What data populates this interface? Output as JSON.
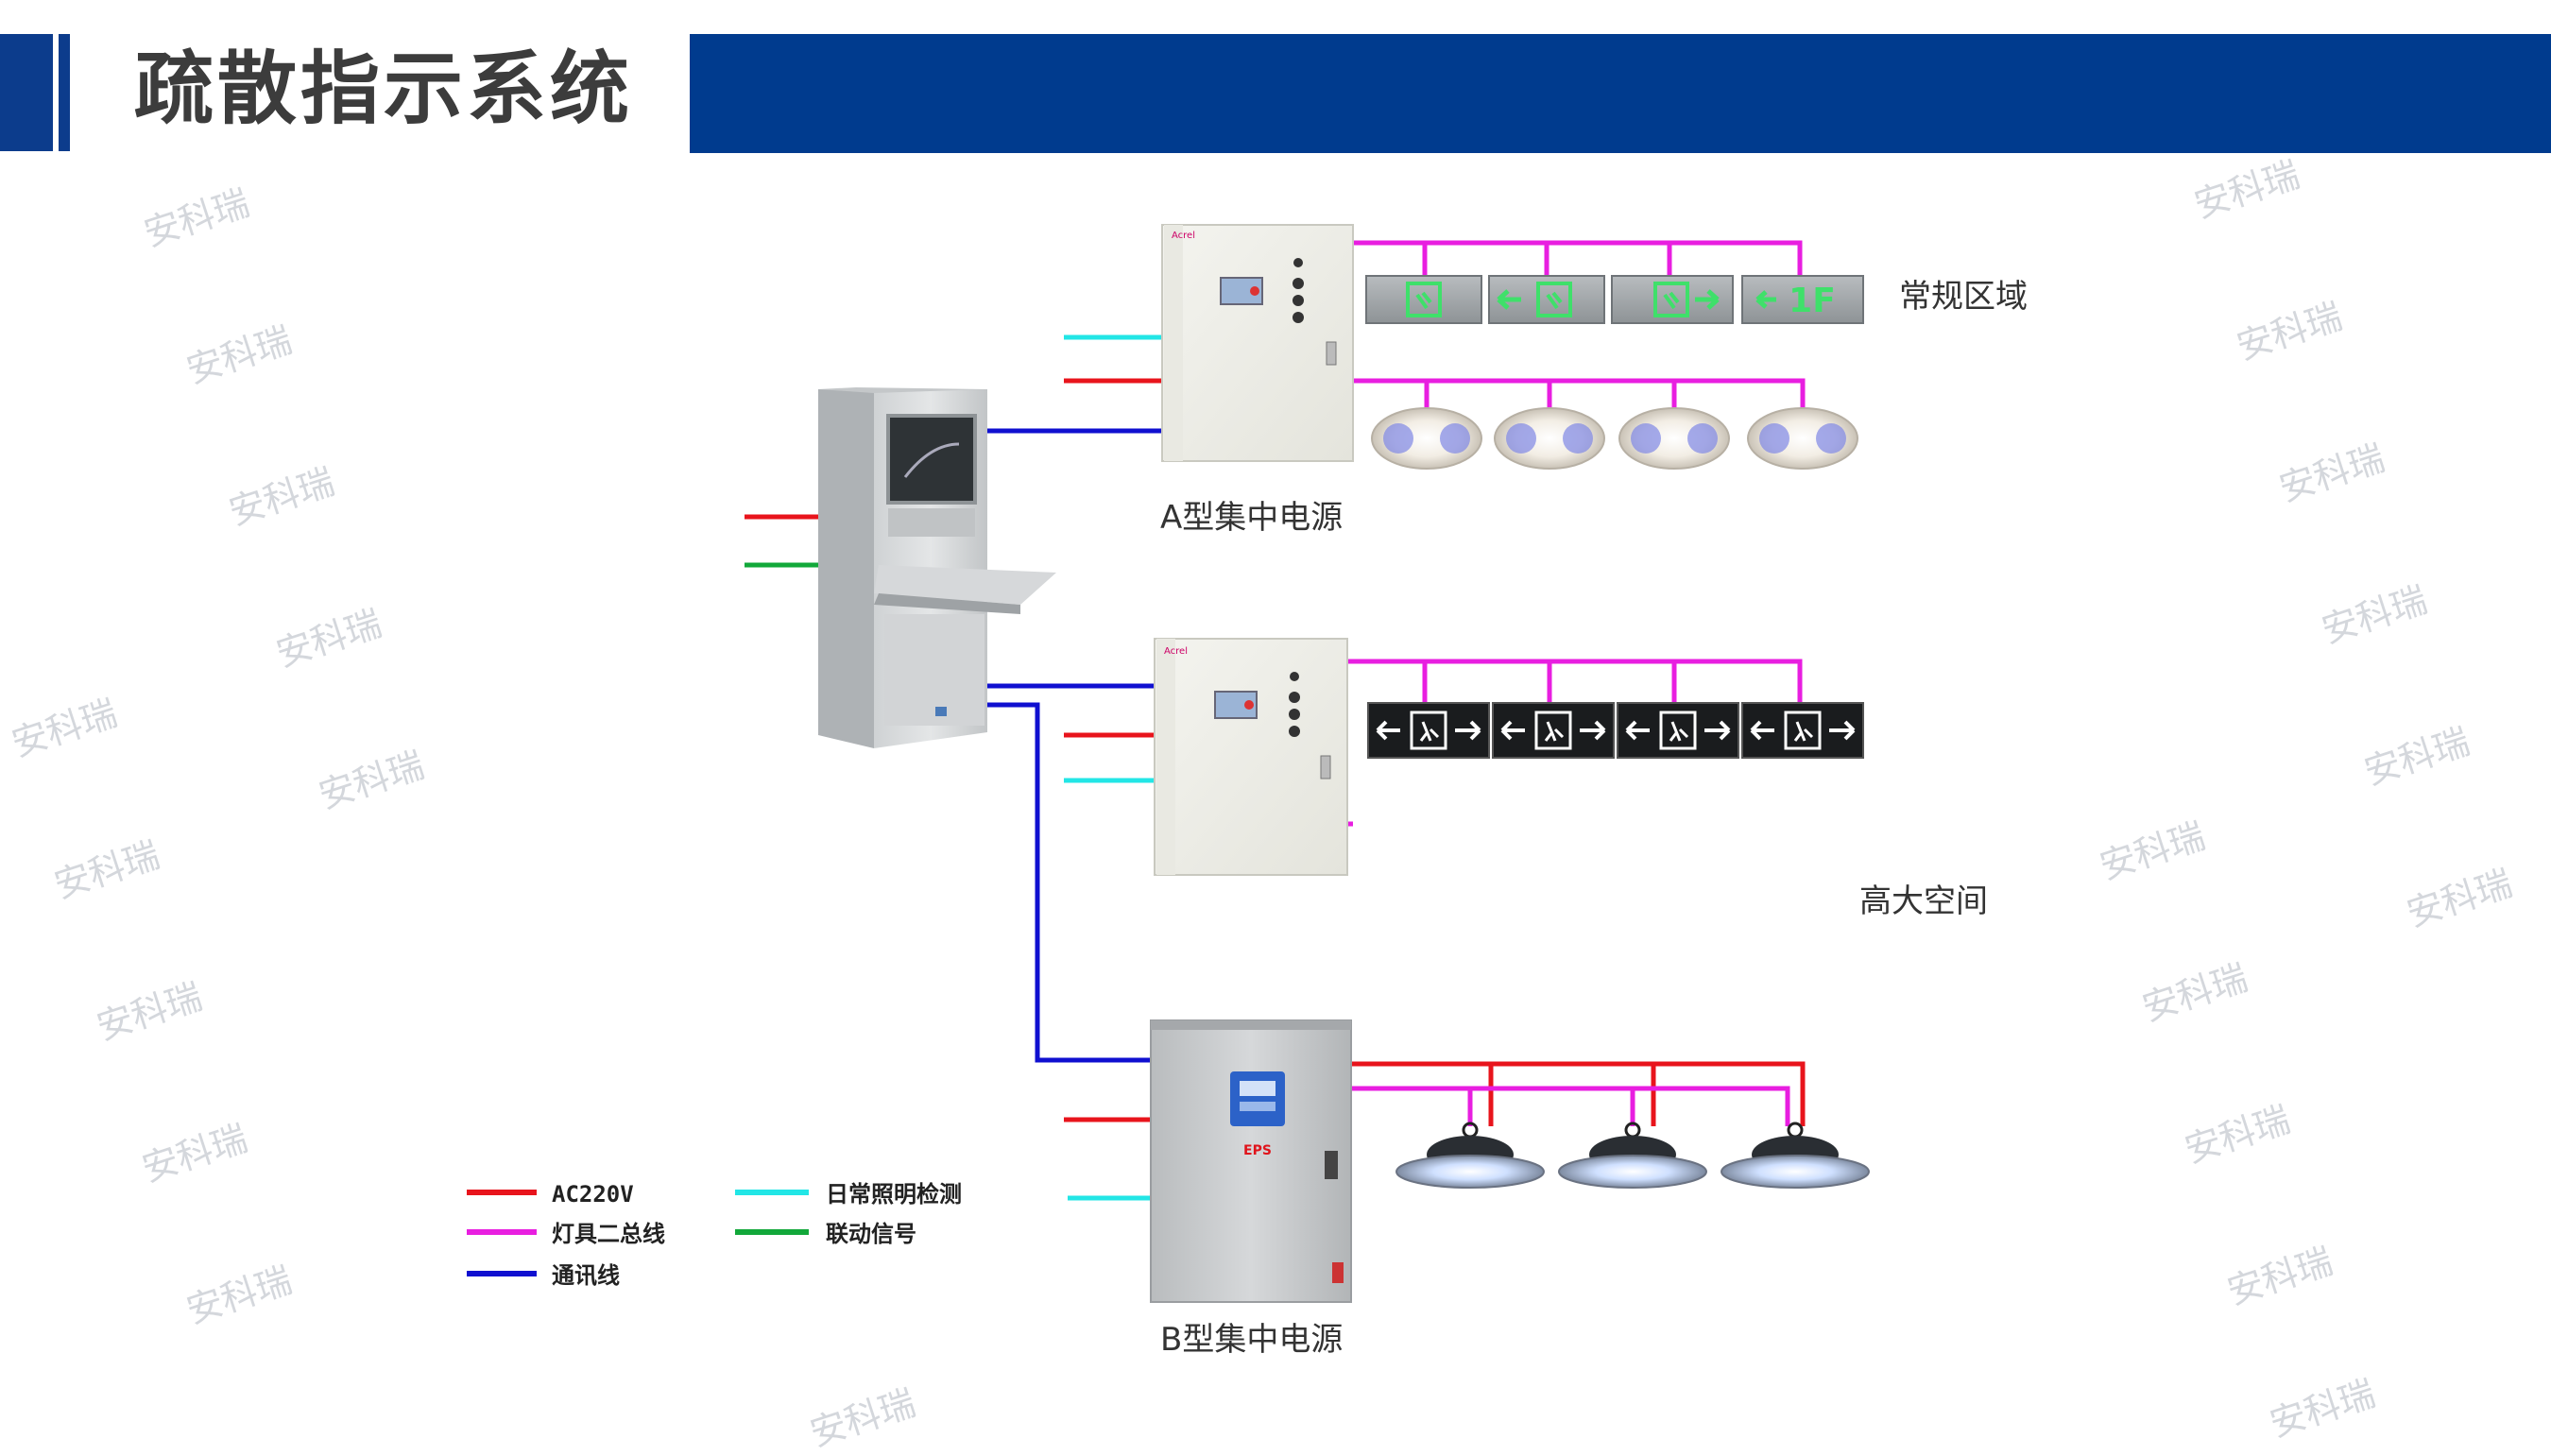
{
  "page": {
    "title": "疏散指示系统"
  },
  "watermark": "安科瑞",
  "labels": {
    "regular_area": "常规区域",
    "high_space": "高大空间",
    "power_a": "A型集中电源",
    "power_b": "B型集中电源",
    "eps": "EPS",
    "sign_floor": "1F"
  },
  "legend": [
    {
      "text": "AC220V",
      "color": "#e8141c"
    },
    {
      "text": "灯具二总线",
      "color": "#e81ee0"
    },
    {
      "text": "通讯线",
      "color": "#1010d0"
    },
    {
      "text": "日常照明检测",
      "color": "#22e6e6"
    },
    {
      "text": "联动信号",
      "color": "#12a83a"
    }
  ],
  "colors": {
    "header": "#003b8e",
    "ac220v": "#e8141c",
    "bus": "#e81ee0",
    "comm": "#1010d0",
    "detect": "#22e6e6",
    "link": "#12a83a"
  }
}
